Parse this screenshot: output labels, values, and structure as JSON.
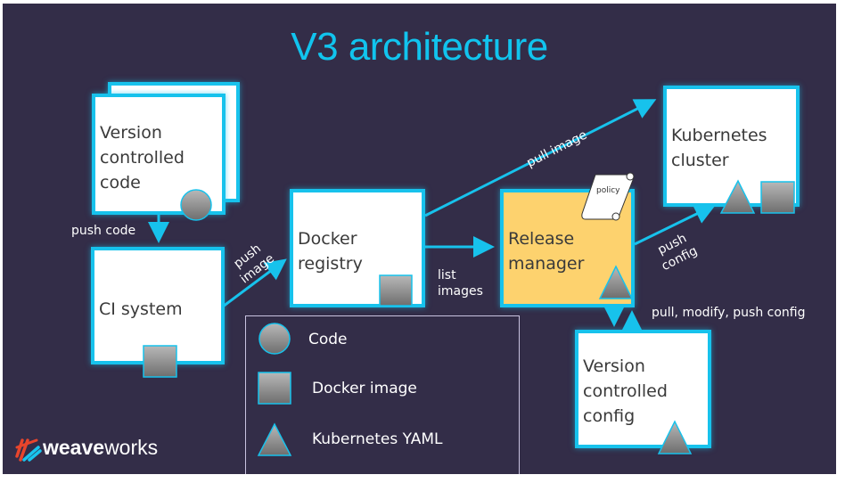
{
  "slide": {
    "title": "V3 architecture",
    "colors": {
      "background": "#332d48",
      "accent": "#17c2ec",
      "box_fill": "#ffffff",
      "release_manager_fill": "#fdd26e",
      "title": "#11c4ee"
    }
  },
  "nodes": {
    "vcs_code": {
      "label": "Version\ncontrolled\ncode",
      "artifacts": [
        "code"
      ]
    },
    "ci_system": {
      "label": "CI system",
      "artifacts": [
        "docker-image"
      ]
    },
    "docker_registry": {
      "label": "Docker\nregistry",
      "artifacts": [
        "docker-image"
      ]
    },
    "release_manager": {
      "label": "Release\nmanager",
      "artifacts": [
        "kubernetes-yaml"
      ],
      "attachment": "policy"
    },
    "kubernetes_cluster": {
      "label": "Kubernetes\ncluster",
      "artifacts": [
        "kubernetes-yaml",
        "docker-image"
      ]
    },
    "vcs_config": {
      "label": "Version\ncontrolled\nconfig",
      "artifacts": [
        "kubernetes-yaml"
      ]
    }
  },
  "edges": [
    {
      "from": "vcs_code",
      "to": "ci_system",
      "label": "push code"
    },
    {
      "from": "ci_system",
      "to": "docker_registry",
      "label": "push\nimage"
    },
    {
      "from": "docker_registry",
      "to": "kubernetes_cluster",
      "label": "pull image"
    },
    {
      "from": "docker_registry",
      "to": "release_manager",
      "label": "list\nimages"
    },
    {
      "from": "release_manager",
      "to": "kubernetes_cluster",
      "label": "push\nconfig"
    },
    {
      "from": "release_manager",
      "to": "vcs_config",
      "label": "pull, modify, push config",
      "bidirectional": true
    }
  ],
  "policy_label": "policy",
  "legend": {
    "items": [
      {
        "shape": "circle",
        "label": "Code"
      },
      {
        "shape": "square",
        "label": "Docker image"
      },
      {
        "shape": "triangle",
        "label": "Kubernetes YAML"
      }
    ]
  },
  "logo": {
    "bold": "weave",
    "regular": "works"
  }
}
